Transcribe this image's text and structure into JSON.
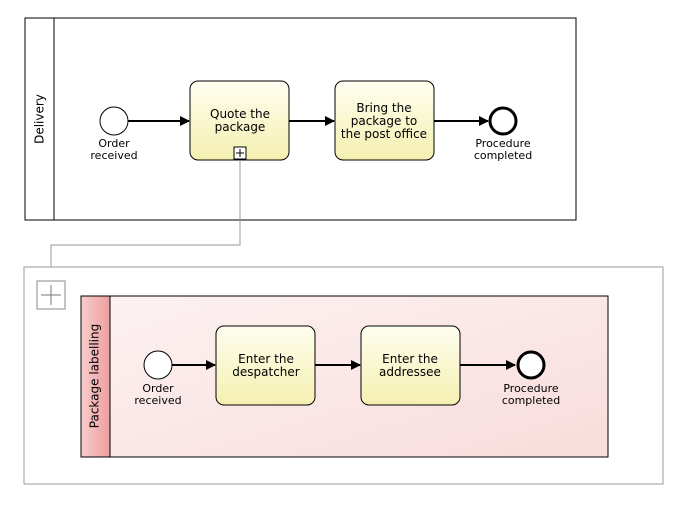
{
  "pools": {
    "delivery": {
      "lane_label": "Delivery",
      "start_event_label_1": "Order",
      "start_event_label_2": "received",
      "task_quote_line1": "Quote the",
      "task_quote_line2": "package",
      "task_bring_line1": "Bring the",
      "task_bring_line2": "package to",
      "task_bring_line3": "the post office",
      "end_event_label_1": "Procedure",
      "end_event_label_2": "completed"
    },
    "package_labelling": {
      "lane_label": "Package labelling",
      "start_event_label_1": "Order",
      "start_event_label_2": "received",
      "task_despatcher_line1": "Enter the",
      "task_despatcher_line2": "despatcher",
      "task_addressee_line1": "Enter the",
      "task_addressee_line2": "addressee",
      "end_event_label_1": "Procedure",
      "end_event_label_2": "completed"
    }
  },
  "colors": {
    "task_fill_top": "#fdfde4",
    "task_fill_bottom": "#f6f2b4",
    "lane_fill": "#fbe6e6",
    "lane_header_fill": "#f2b8b8",
    "stroke": "#000000",
    "connector": "#999999",
    "expanded_border": "#999999"
  }
}
